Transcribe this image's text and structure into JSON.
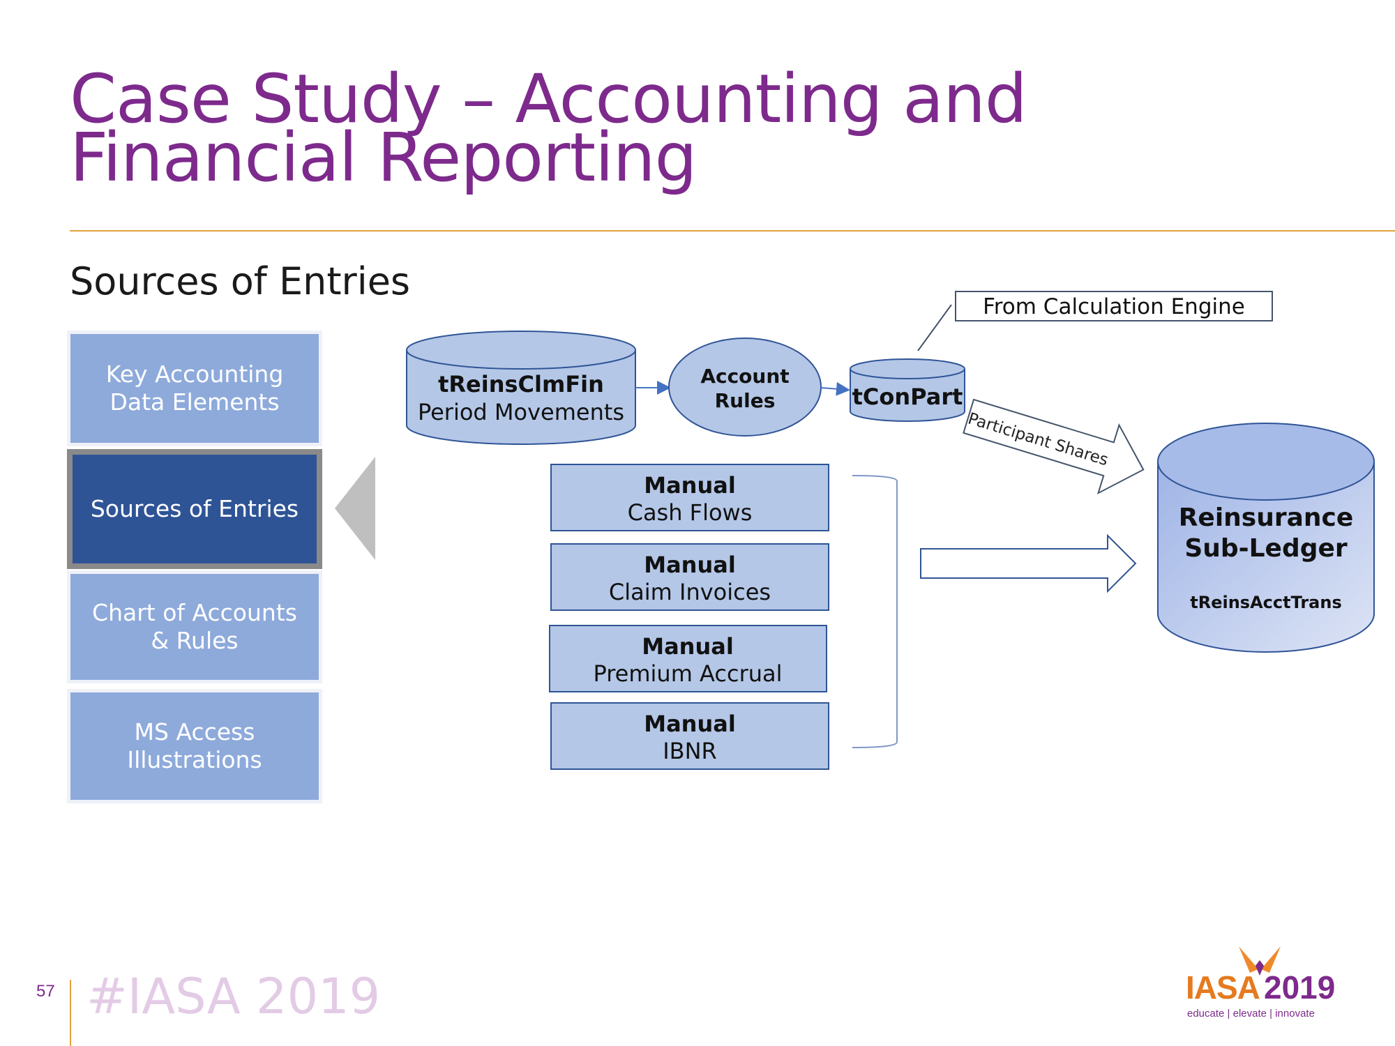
{
  "slide": {
    "title": "Case Study – Accounting and Financial Reporting",
    "subtitle": "Sources of Entries",
    "page_number": "57",
    "hashtag": "#IASA 2019"
  },
  "nav": {
    "items": [
      {
        "label": "Key Accounting\nData Elements",
        "active": false
      },
      {
        "label": "Sources of Entries",
        "active": true
      },
      {
        "label": "Chart of Accounts\n& Rules",
        "active": false
      },
      {
        "label": "MS Access\nIllustrations",
        "active": false
      }
    ]
  },
  "diagram": {
    "treinsclmfin": {
      "name": "tReinsClmFin",
      "sub": "Period Movements"
    },
    "account_rules": {
      "line1": "Account",
      "line2": "Rules"
    },
    "tconpart": {
      "name": "tConPart"
    },
    "calc_engine": {
      "label": "From Calculation Engine"
    },
    "participant_shares": {
      "label": "Participant Shares"
    },
    "manual_boxes": [
      {
        "title": "Manual",
        "sub": "Cash Flows"
      },
      {
        "title": "Manual",
        "sub": "Claim Invoices"
      },
      {
        "title": "Manual",
        "sub": "Premium Accrual"
      },
      {
        "title": "Manual",
        "sub": "IBNR"
      }
    ],
    "subledger": {
      "line1": "Reinsurance",
      "line2": "Sub-Ledger",
      "table": "tReinsAcctTrans"
    }
  },
  "logo": {
    "name": "IASA",
    "year": "2019",
    "tagline": "educate | elevate | innovate"
  },
  "colors": {
    "title": "#7d2a8c",
    "rule": "#e3a23a",
    "box_fill": "#b4c7e7",
    "box_stroke": "#2f5496",
    "nav_active": "#2f5496",
    "nav_inactive": "#8eaadb"
  }
}
